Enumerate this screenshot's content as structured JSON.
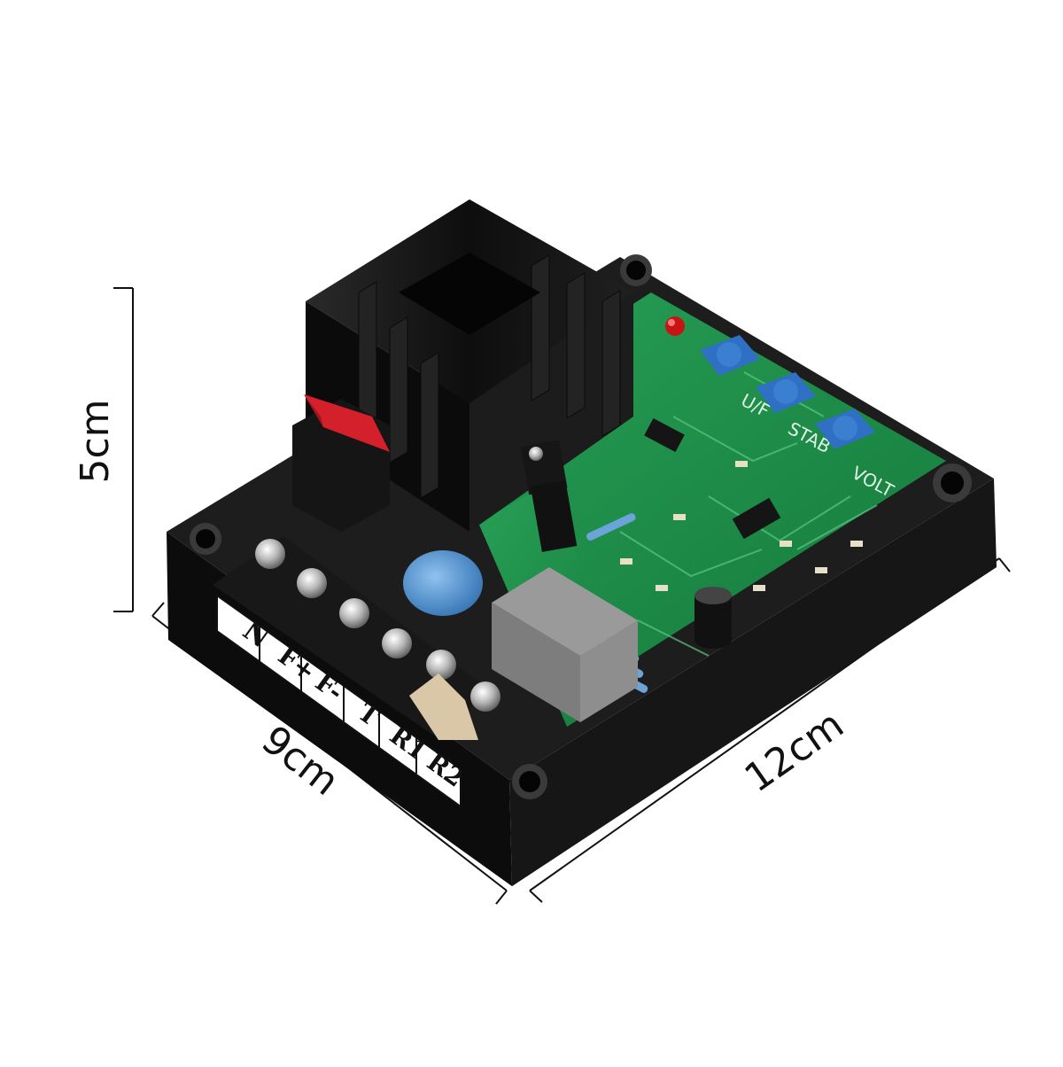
{
  "dimensions": {
    "height": "5cm",
    "depth": "9cm",
    "width": "12cm"
  },
  "terminals": [
    "N",
    "F+",
    "F-",
    "T",
    "R1",
    "R2"
  ],
  "pcb_labels": {
    "uf": "U/F",
    "stab": "STAB",
    "volt": "VOLT"
  },
  "colors": {
    "background": "#ffffff",
    "housing": "#1a1a1a",
    "heatsink": "#141414",
    "pcb": "#1f8a4a",
    "trimmer": "#3a7fd0",
    "fuse": "#d4202a",
    "led": "#c81414",
    "capacitor": "#4a8fd4"
  }
}
